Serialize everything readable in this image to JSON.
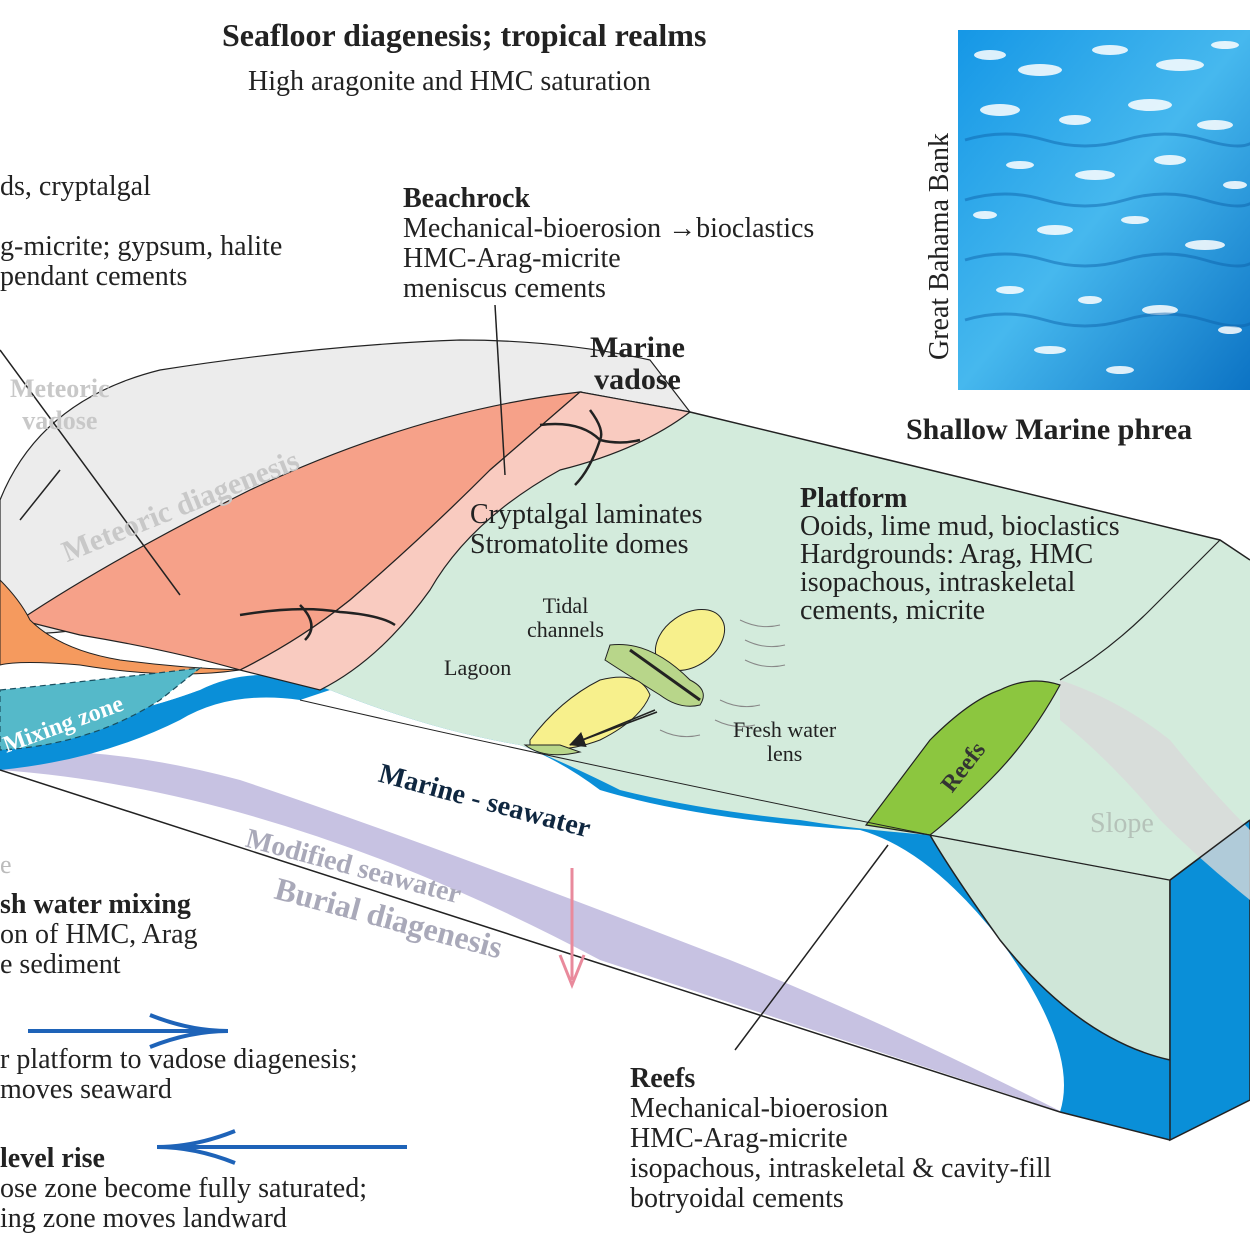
{
  "title": "Seafloor diagenesis; tropical realms",
  "subtitle": "High aragonite and HMC saturation",
  "photo_caption": "Great Bahama Bank",
  "sabkha": {
    "lines": [
      "ds, cryptalgal",
      "g-micrite; gypsum, halite",
      "pendant cements"
    ]
  },
  "beachrock": {
    "heading": "Beachrock",
    "lines": [
      "Mechanical-bioerosion →bioclastics",
      "HMC-Arag-micrite",
      "meniscus cements"
    ]
  },
  "zones": {
    "marine_vadose": [
      "Marine",
      "vadose"
    ],
    "meteoric_vadose": [
      "Meteoric",
      "vadose"
    ],
    "meteoric_diagenesis": "Meteoric diagenesis",
    "shallow_marine_phreatic": "Shallow Marine phrea",
    "mixing_zone": "Mixing zone",
    "marine_seawater": "Marine - seawater",
    "modified_seawater": "Modified seawater",
    "burial_diagenesis": "Burial diagenesis",
    "slope": "Slope",
    "left_fragment": "e"
  },
  "cryptalgal": [
    "Cryptalgal laminates",
    "Stromatolite domes"
  ],
  "platform": {
    "heading": "Platform",
    "lines": [
      "Ooids, lime mud, bioclastics",
      "Hardgrounds: Arag, HMC",
      "isopachous, intraskeletal",
      "cements, micrite"
    ]
  },
  "tidal_channels": [
    "Tidal",
    "channels"
  ],
  "lagoon": "Lagoon",
  "fresh_water_lens": [
    "Fresh water",
    "lens"
  ],
  "reefs_band": "Reefs",
  "reefs": {
    "heading": "Reefs",
    "lines": [
      "Mechanical-bioerosion",
      "HMC-Arag-micrite",
      "isopachous, intraskeletal & cavity-fill",
      "botryoidal cements"
    ]
  },
  "mixing": {
    "heading": "sh water mixing",
    "lines": [
      "on of HMC, Arag",
      "e sediment"
    ]
  },
  "lowstand": {
    "lines": [
      "r platform to vadose diagenesis;",
      "moves seaward"
    ]
  },
  "sealevel_rise": {
    "heading": "level rise",
    "lines": [
      "ose zone become fully saturated;",
      "ing zone moves landward"
    ]
  },
  "colors": {
    "meteoric_gray": "#ececec",
    "vadose_salmon": "#f6a189",
    "beach_pink": "#f9cbc0",
    "platform_green": "#d3ebdc",
    "seawater_blue": "#0a8fd8",
    "burial_lavender": "#c7c2e2",
    "mixing_teal": "#55b9c9",
    "reef_green": "#8cc63f",
    "lens_yellow": "#f7f08c",
    "arrow_blue": "#1e63b8",
    "arrow_pink": "#e98a9c"
  }
}
